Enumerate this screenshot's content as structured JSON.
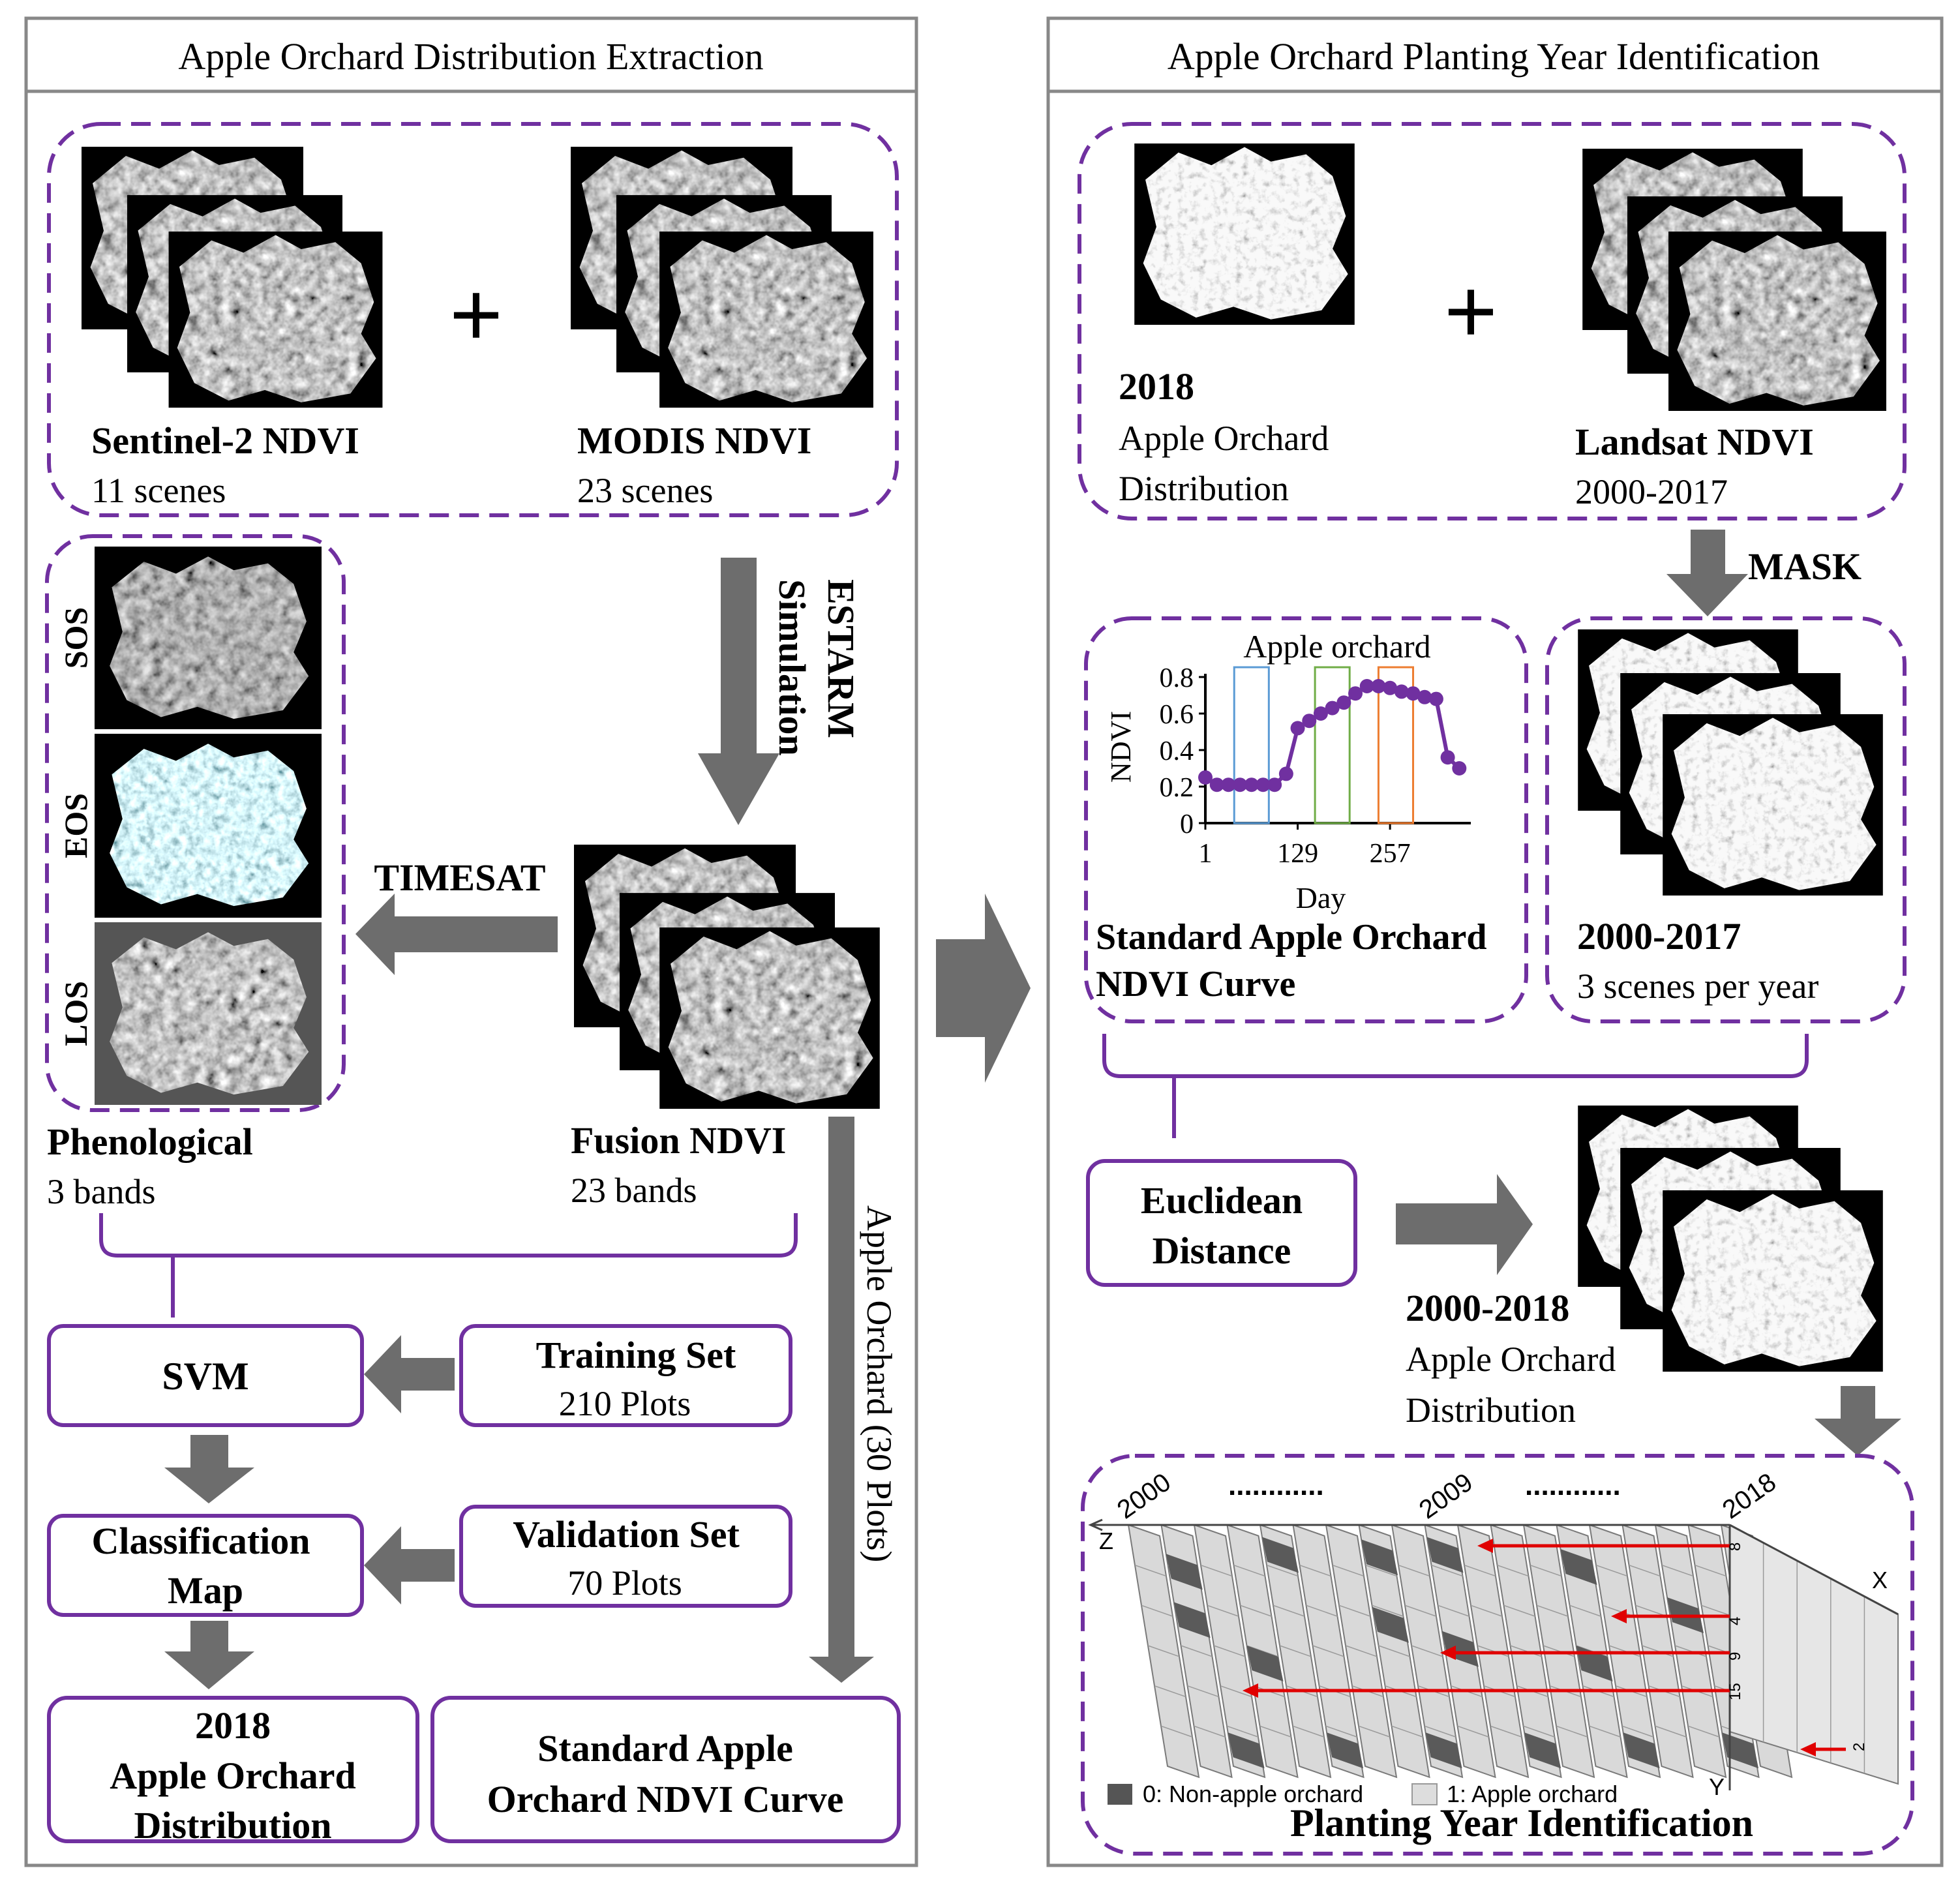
{
  "panels": {
    "left_title": "Apple Orchard Distribution Extraction",
    "right_title": "Apple Orchard Planting Year Identification"
  },
  "inputs": {
    "sentinel_title": "Sentinel-2 NDVI",
    "sentinel_sub": "11 scenes",
    "modis_title": "MODIS NDVI",
    "modis_sub": "23 scenes",
    "plus": "+"
  },
  "estarm": {
    "line1": "ESTARM",
    "line2": "Simulation"
  },
  "timesat": "TIMESAT",
  "phenology": {
    "bands": [
      "SOS",
      "EOS",
      "LOS"
    ],
    "title": "Phenological",
    "sub": "3 bands"
  },
  "fusion": {
    "title": "Fusion NDVI",
    "sub": "23 bands"
  },
  "apple_plots_label": "Apple Orchard (30 Plots)",
  "svm": "SVM",
  "training": {
    "title": "Training Set",
    "sub": "210 Plots"
  },
  "validation": {
    "title": "Validation Set",
    "sub": "70 Plots"
  },
  "classification": {
    "line1": "Classification",
    "line2": "Map"
  },
  "distribution_2018": {
    "line1": "2018",
    "line2": "Apple Orchard",
    "line3": "Distribution"
  },
  "standard_curve_box": {
    "line1": "Standard Apple",
    "line2": "Orchard NDVI Curve"
  },
  "right_inputs": {
    "year": "2018",
    "dist_line1": "Apple Orchard",
    "dist_line2": "Distribution",
    "plus": "+",
    "landsat_title": "Landsat NDVI",
    "landsat_sub": "2000-2017"
  },
  "mask": "MASK",
  "masked": {
    "title": "2000-2017",
    "sub": "3 scenes per year"
  },
  "standard_curve": {
    "line1": "Standard Apple Orchard",
    "line2": "NDVI Curve"
  },
  "euclidean": {
    "line1": "Euclidean",
    "line2": "Distance"
  },
  "result": {
    "title": "2000-2018",
    "line1": "Apple Orchard",
    "line2": "Distribution"
  },
  "cube": {
    "years": [
      "2000",
      "2009",
      "2018"
    ],
    "dots": "............",
    "axes": {
      "x": "X",
      "y": "Y",
      "z": "Z"
    },
    "row_labels": [
      "8",
      "4",
      "9",
      "15",
      "2"
    ],
    "legend": [
      "0: Non-apple orchard",
      "1: Apple orchard"
    ],
    "title": "Planting Year Identification"
  },
  "chart_data": {
    "type": "line",
    "title": "Apple orchard",
    "xlabel": "Day",
    "ylabel": "NDVI",
    "x_ticks": [
      "1",
      "129",
      "257"
    ],
    "y_ticks": [
      "0",
      "0.2",
      "0.4",
      "0.6",
      "0.8"
    ],
    "xlim": [
      1,
      369
    ],
    "ylim": [
      0,
      0.8
    ],
    "x": [
      1,
      17,
      33,
      49,
      65,
      81,
      97,
      113,
      129,
      145,
      161,
      177,
      193,
      209,
      225,
      241,
      257,
      273,
      289,
      305,
      321,
      337,
      353
    ],
    "values": [
      0.25,
      0.21,
      0.21,
      0.21,
      0.21,
      0.21,
      0.21,
      0.27,
      0.52,
      0.56,
      0.6,
      0.63,
      0.66,
      0.71,
      0.75,
      0.75,
      0.74,
      0.72,
      0.71,
      0.69,
      0.68,
      0.36,
      0.3
    ],
    "highlight_windows": [
      {
        "start": 41,
        "end": 89,
        "color": "#5b9bd5"
      },
      {
        "start": 153,
        "end": 201,
        "color": "#70ad47"
      },
      {
        "start": 241,
        "end": 289,
        "color": "#ed7d31"
      }
    ],
    "line_color": "#7030a0",
    "grid": false
  },
  "colors": {
    "purple": "#7030a0",
    "arrow": "#6d6d6d",
    "panel_border": "#888888",
    "red": "#e00000"
  }
}
